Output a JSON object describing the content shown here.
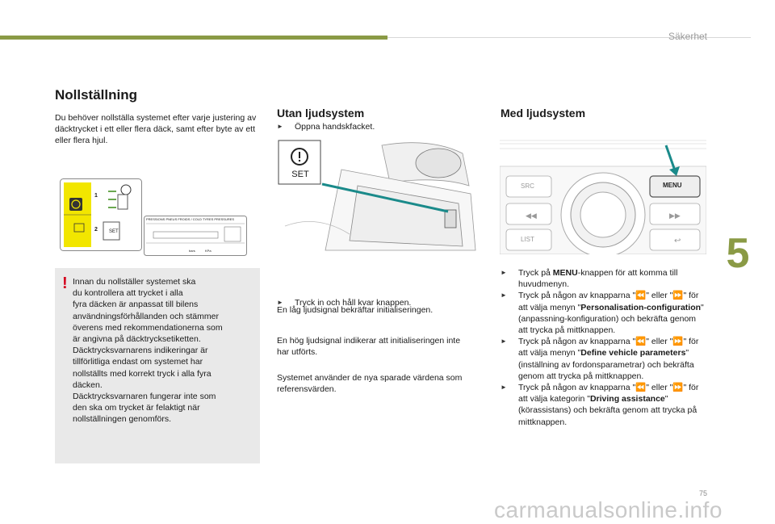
{
  "header": {
    "section": "Säkerhet"
  },
  "chapter_number": "5",
  "page_number": "75",
  "watermark": "carmanualsonline.info",
  "left": {
    "title": "Nollställning",
    "intro": "Du behöver nollställa systemet efter varje justering av däcktrycket i ett eller flera däck, samt efter byte av ett eller flera hjul.",
    "label_image": {
      "step1": "1",
      "step2": "2",
      "set_text": "SET",
      "doc_heading": "PRESSIONS PNEUS FROIDS / COLD TYRES PRESSURES",
      "bar_unit": "bars",
      "kpa_unit": "KPa"
    },
    "warning": {
      "mark": "!",
      "lines": [
        "Innan du nollställer systemet ska",
        "du kontrollera att trycket i alla",
        "fyra däcken är anpassat till bilens",
        "användningsförhållanden och stämmer",
        "överens med rekommendationerna som",
        "är angivna på däcktrycksetiketten.",
        "Däcktrycksvarnarens indikeringar är",
        "tillförlitliga endast om systemet har",
        "nollställts med korrekt tryck i alla fyra",
        "däcken.",
        "Däcktrycksvarnaren fungerar inte som",
        "den ska om trycket är felaktigt när",
        "nollställningen genomförs."
      ]
    }
  },
  "middle": {
    "title": "Utan ljudsystem",
    "step1": "Öppna handskfacket.",
    "button_label": "SET",
    "step2": "Tryck in och håll kvar knappen.",
    "para1": "En låg ljudsignal bekräftar initialiseringen.",
    "para2": "En hög ljudsignal indikerar att initialiseringen inte har utförts.",
    "para3": "Systemet använder de nya sparade värdena som referensvärden."
  },
  "right": {
    "title": "Med ljudsystem",
    "radio": {
      "menu": "MENU",
      "src": "SRC",
      "list": "LIST"
    },
    "steps": [
      {
        "parts": [
          [
            "Tryck på ",
            false
          ],
          [
            "MENU",
            true
          ],
          [
            "-knappen för att komma till huvudmenyn.",
            false
          ]
        ]
      },
      {
        "parts": [
          [
            "Tryck på någon av knapparna \"⏪\" eller \"⏩\" för att välja menyn \"",
            false
          ],
          [
            "Personalisation-configuration",
            true
          ],
          [
            "\" (anpassning-konfiguration) och bekräfta genom att trycka på mittknappen.",
            false
          ]
        ]
      },
      {
        "parts": [
          [
            "Tryck på någon av knapparna \"⏪\" eller \"⏩\" för att välja menyn \"",
            false
          ],
          [
            "Define vehicle parameters",
            true
          ],
          [
            "\" (inställning av fordonsparametrar) och bekräfta genom att trycka på mittknappen.",
            false
          ]
        ]
      },
      {
        "parts": [
          [
            "Tryck på någon av knapparna \"⏪\" eller \"⏩\" för att välja kategorin \"",
            false
          ],
          [
            "Driving assistance",
            true
          ],
          [
            "\" (körassistans) och bekräfta genom att trycka på mittknappen.",
            false
          ]
        ]
      }
    ]
  },
  "colors": {
    "accent": "#8a9a45",
    "warning": "#d4001c",
    "label_yellow": "#f2e600",
    "pointer": "#1a8a8a"
  }
}
